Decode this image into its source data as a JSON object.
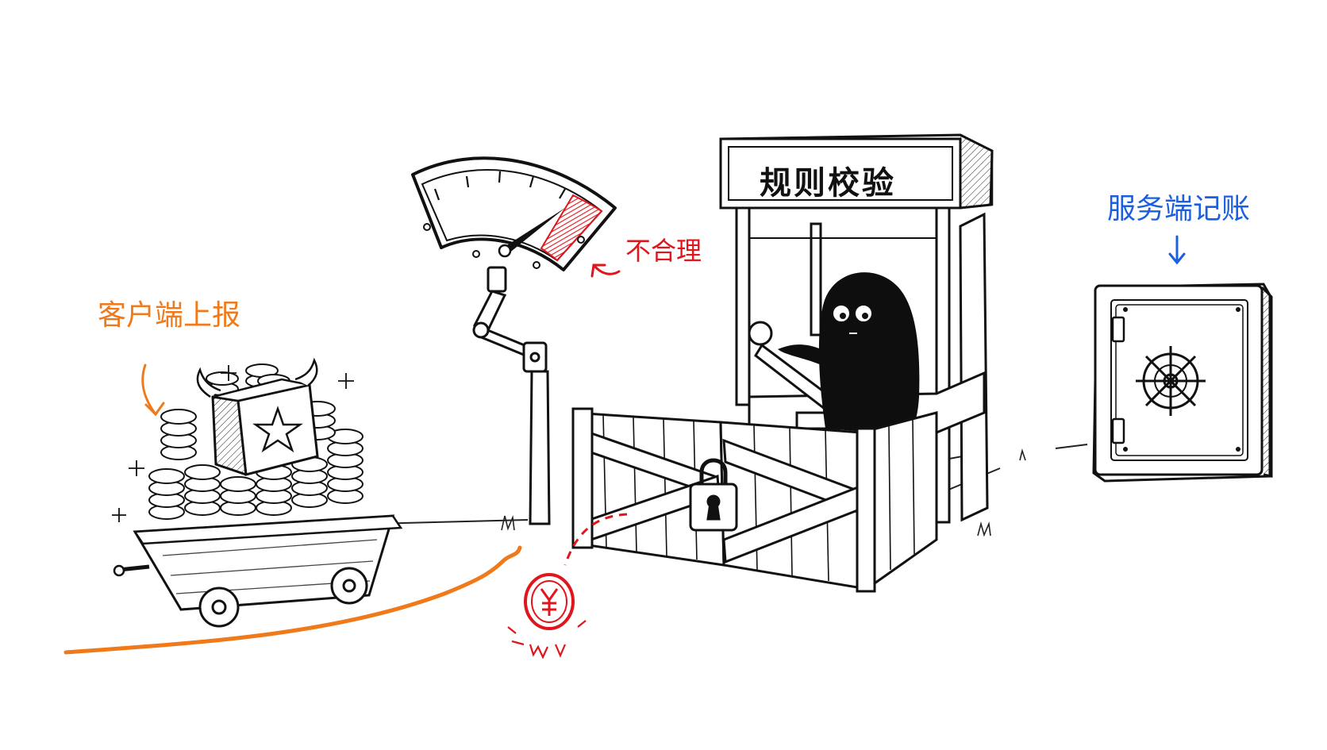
{
  "labels": {
    "client_report": "客户端上报",
    "unreasonable": "不合理",
    "rule_check": "规则校验",
    "server_ledger": "服务端记账"
  },
  "colors": {
    "client": "#f07a1a",
    "reject": "#e0161c",
    "server": "#1a5fe0",
    "ink": "#111111"
  },
  "gauge": {
    "level": 0.82
  }
}
